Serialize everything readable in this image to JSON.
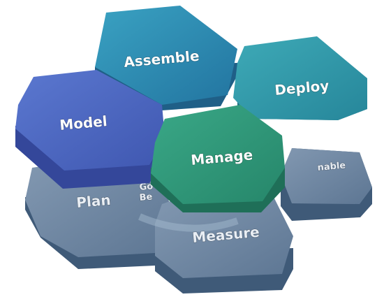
{
  "diagram": {
    "hexagons": {
      "assemble": "Assemble",
      "deploy": "Deploy",
      "model": "Model",
      "manage": "Manage",
      "plan": "Plan",
      "enable": "nable",
      "measure": "Measure",
      "govern_line1": "Go",
      "govern_line2": "Be"
    },
    "colors": {
      "assemble": "#2d86ad",
      "deploy": "#2f96a8",
      "model": "#4b67c2",
      "manage": "#2f9478",
      "background_hexes": "#6f87a2",
      "background_sides": "#3f5a78"
    }
  }
}
